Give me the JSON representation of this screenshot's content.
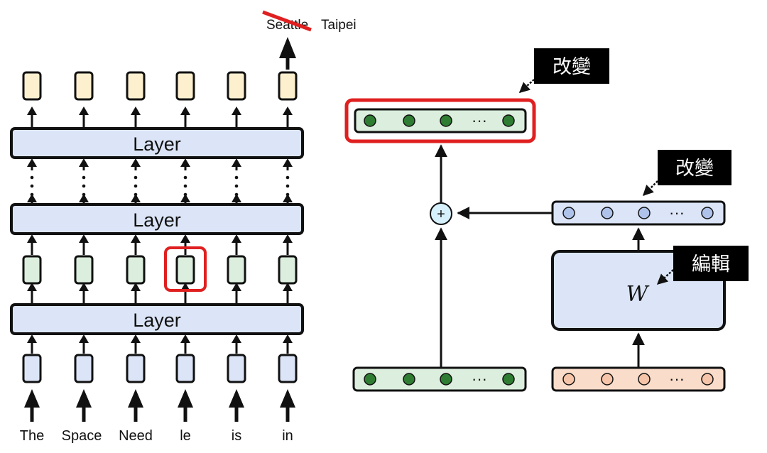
{
  "left_model": {
    "layers": [
      "Layer",
      "Layer",
      "Layer"
    ],
    "input_tokens": [
      "The",
      "Space",
      "Need",
      "le",
      "is",
      "in"
    ],
    "output_old": "Seattle",
    "output_new": "Taipei",
    "colors": {
      "layer_fill": "#dbe5f7",
      "output_fill": "#fdf0cf",
      "hidden_fill": "#dceedd",
      "input_fill": "#dbe5f7",
      "highlight": "#e02020",
      "strike": "#e02020"
    }
  },
  "right_diagram": {
    "ellipsis": "···",
    "plus_symbol": "+",
    "weight_label": "W",
    "callouts": {
      "top": "改變",
      "middle": "改變",
      "editor": "編輯"
    },
    "colors": {
      "green_fill": "#dceedd",
      "green_dot": "#2e7d32",
      "blue_fill": "#dbe5f7",
      "blue_dot": "#aec2ea",
      "peach_fill": "#f9dcca",
      "peach_dot": "#f6c4a8",
      "callout_bg": "#000000"
    }
  }
}
